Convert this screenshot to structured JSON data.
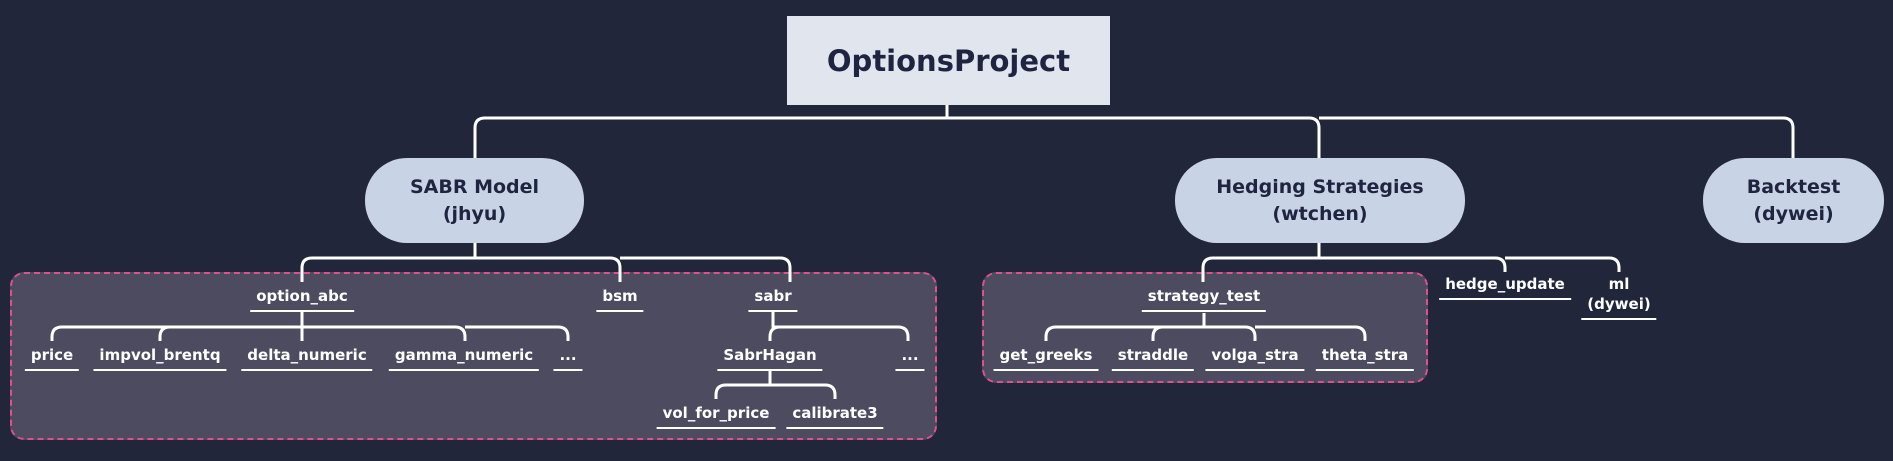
{
  "root": "OptionsProject",
  "branches": {
    "sabr_model": {
      "line1": "SABR Model",
      "line2": "(jhyu)"
    },
    "hedging": {
      "line1": "Hedging Strategies",
      "line2": "(wtchen)"
    },
    "backtest": {
      "line1": "Backtest",
      "line2": "(dywei)"
    }
  },
  "sabr_children": {
    "option_abc": "option_abc",
    "bsm": "bsm",
    "sabr": "sabr"
  },
  "option_abc_children": [
    "price",
    "impvol_brentq",
    "delta_numeric",
    "gamma_numeric",
    "..."
  ],
  "sabr_sub": {
    "sabrhagan": "SabrHagan",
    "more": "..."
  },
  "sabrhagan_children": [
    "vol_for_price",
    "calibrate3"
  ],
  "hedging_children": {
    "strategy_test": "strategy_test",
    "hedge_update": "hedge_update",
    "ml": {
      "line1": "ml",
      "line2": "(dywei)"
    }
  },
  "strategy_test_children": [
    "get_greeks",
    "straddle",
    "volga_stra",
    "theta_stra"
  ],
  "colors": {
    "background": "#21263a",
    "root_fill": "#e1e5ee",
    "pill_fill": "#c9d3e6",
    "group_fill": "#4d4b60",
    "group_border": "#e0508a",
    "text_light": "#ffffff",
    "text_dark": "#1f2540"
  }
}
